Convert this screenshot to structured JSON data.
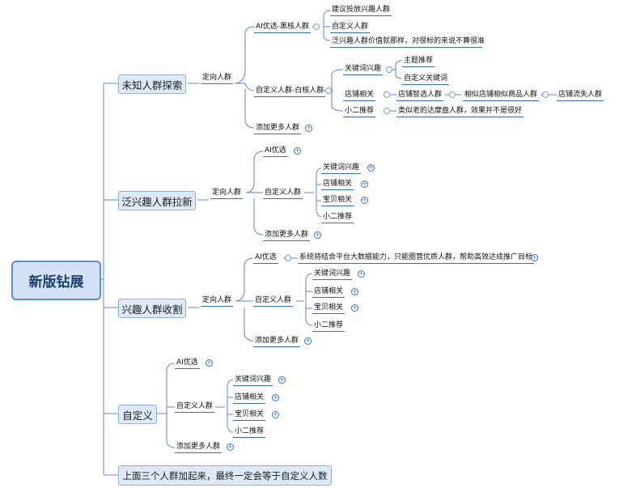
{
  "root": "新版钻展",
  "branches": {
    "b1": {
      "title": "未知人群探索",
      "targeting": "定向人群",
      "ai_premium": "AI优选-黑核人群",
      "ai_items": [
        "建议投放兴趣人群",
        "自定义人群",
        "泛兴趣人群价值就那样，对很标的来说不算很准"
      ],
      "custom": "自定义人群-白核人群",
      "keyword": "关键词兴趣",
      "keyword_items": [
        "主题推荐",
        "自定义关键词"
      ],
      "shop": "店铺相关",
      "shop_smart": "店铺智选人群",
      "shop_similar": "相似店铺相似商品人群",
      "shop_lost": "店铺流失人群",
      "xiaoer": "小二推荐",
      "xiaoer_note": "类似老的达摩盘人群，效果并不是很好",
      "add_more": "添加更多人群"
    },
    "b2": {
      "title": "泛兴趣人群拉新",
      "targeting": "定向人群",
      "ai": "AI优选",
      "custom": "自定义人群",
      "custom_items": [
        "关键词兴趣",
        "店铺相关",
        "宝贝相关",
        "小二推荐"
      ],
      "add_more": "添加更多人群"
    },
    "b3": {
      "title": "兴趣人群收割",
      "targeting": "定向人群",
      "ai": "AI优选",
      "ai_note": "系统将结合平台大数据能力，只能圈营优质人群，帮助高效达成推广目标",
      "custom": "自定义人群",
      "custom_items": [
        "关键词兴趣",
        "店铺相关",
        "宝贝相关",
        "小二推荐"
      ],
      "add_more": "添加更多人群"
    },
    "b4": {
      "title": "自定义",
      "ai": "AI优选",
      "custom": "自定义人群",
      "custom_items": [
        "关键词兴趣",
        "店铺相关",
        "宝贝相关",
        "小二推荐"
      ],
      "add_more": "添加更多人群"
    },
    "b5": {
      "title": "上面三个人群加起来，最终一定会等于自定义人数"
    }
  }
}
